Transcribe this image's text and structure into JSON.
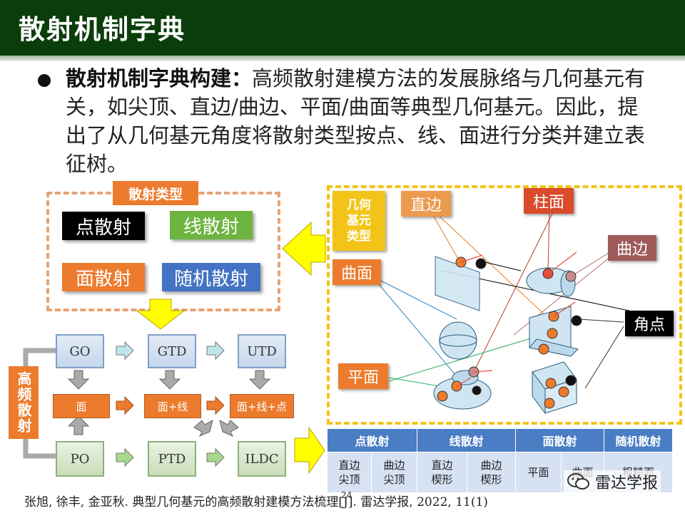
{
  "header": {
    "title": "散射机制字典"
  },
  "bullet": {
    "lead": "散射机制字典构建：",
    "text": "高频散射建模方法的发展脉络与几何基元有关，如尖顶、直边/曲边、平面/曲面等典型几何基元。因此，提出了从几何基元角度将散射类型按点、线、面进行分类并建立表征树。"
  },
  "scatter_types": {
    "title": "散射类型",
    "point": "点散射",
    "line": "线散射",
    "surface": "面散射",
    "random": "随机散射"
  },
  "flow": {
    "side_label": "高频散射",
    "go": "GO",
    "gtd": "GTD",
    "utd": "UTD",
    "po": "PO",
    "ptd": "PTD",
    "ildc": "ILDC",
    "mid_surface": "面",
    "mid_surface_line": "面+线",
    "mid_surface_line_point": "面+线+点"
  },
  "geometry": {
    "title": "几何基元类型",
    "straight_edge": "直边",
    "cylinder": "柱面",
    "curved_edge": "曲边",
    "curved_surface": "曲面",
    "corner": "角点",
    "plane": "平面"
  },
  "table": {
    "headers": [
      "点散射",
      "线散射",
      "面散射",
      "随机散射"
    ],
    "cells": [
      "直边尖顶",
      "曲边尖顶",
      "直边楔形",
      "曲边楔形",
      "平面",
      "曲面",
      "粗糙面"
    ]
  },
  "citation": "张旭, 徐丰, 金亚秋. 典型几何基元的高频散射建模方法梳理[J]. 雷达学报, 2022, 11(1)",
  "page_number": "24",
  "watermark": "雷达学报",
  "colors": {
    "header": "#0b3d0b",
    "orange": "#ec7b2d",
    "blue": "#4a7dc4",
    "yellow": "#f2c418"
  }
}
